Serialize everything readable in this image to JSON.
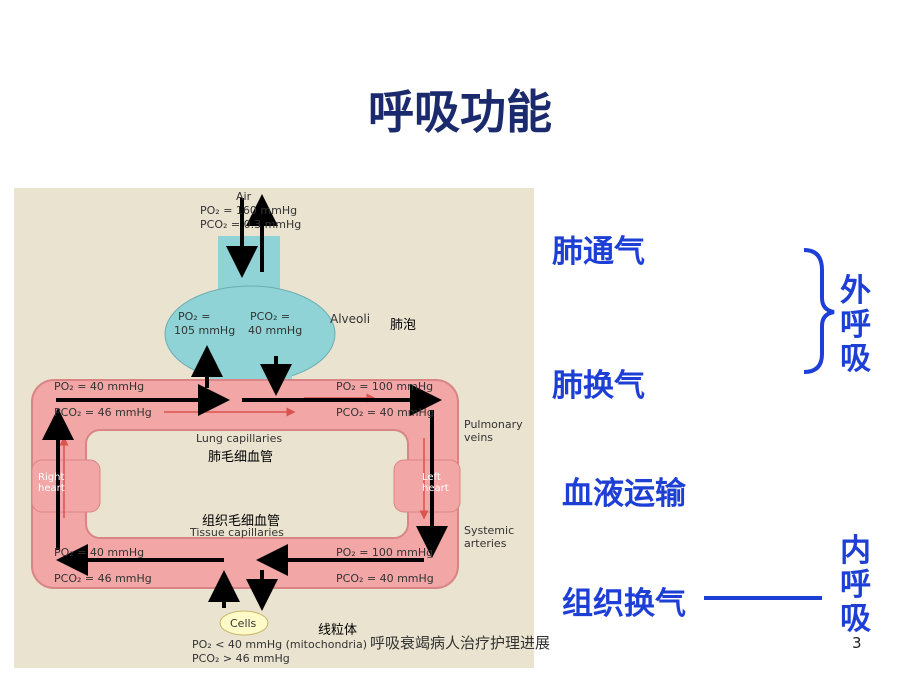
{
  "slide_title": "呼吸功能",
  "diagram": {
    "air": "Air",
    "air_po2": "PO₂ = 160 mmHg",
    "air_pco2": "PCO₂ = 0.3 mmHg",
    "alveoli_po2": "PO₂ =",
    "alveoli_po2_val": "105 mmHg",
    "alveoli_pco2": "PCO₂ =",
    "alveoli_pco2_val": "40 mmHg",
    "alveoli_en": "Alveoli",
    "alveoli_cn": "肺泡",
    "top_left_po2": "PO₂ = 40 mmHg",
    "top_left_pco2": "PCO₂ = 46 mmHg",
    "top_right_po2": "PO₂ = 100 mmHg",
    "top_right_pco2": "PCO₂ = 40 mmHg",
    "pulmonary_veins": "Pulmonary veins",
    "lung_capillaries_en": "Lung capillaries",
    "lung_capillaries_cn": "肺毛细血管",
    "right_heart": "Right heart",
    "left_heart": "Left heart",
    "tissue_capillaries_cn": "组织毛细血管",
    "tissue_capillaries_en": "Tissue capillaries",
    "systemic_arteries": "Systemic arteries",
    "bottom_left_po2": "PO₂ = 40 mmHg",
    "bottom_left_pco2": "PCO₂ = 46 mmHg",
    "bottom_right_po2": "PO₂ = 100 mmHg",
    "bottom_right_pco2": "PCO₂ = 40 mmHg",
    "cells": "Cells",
    "mitochondria_cn": "线粒体",
    "cells_po2": "PO₂ < 40 mmHg (mitochondria)",
    "cells_pco2": "PCO₂ > 46 mmHg"
  },
  "labels": {
    "pulmonary_ventilation": "肺通气",
    "pulmonary_exchange": "肺换气",
    "blood_transport": "血液运输",
    "tissue_exchange": "组织换气",
    "external_respiration": [
      "外",
      "呼",
      "吸"
    ],
    "internal_respiration": [
      "内",
      "呼",
      "吸"
    ]
  },
  "footer": "呼吸衰竭病人治疗护理进展",
  "page_number": "3"
}
